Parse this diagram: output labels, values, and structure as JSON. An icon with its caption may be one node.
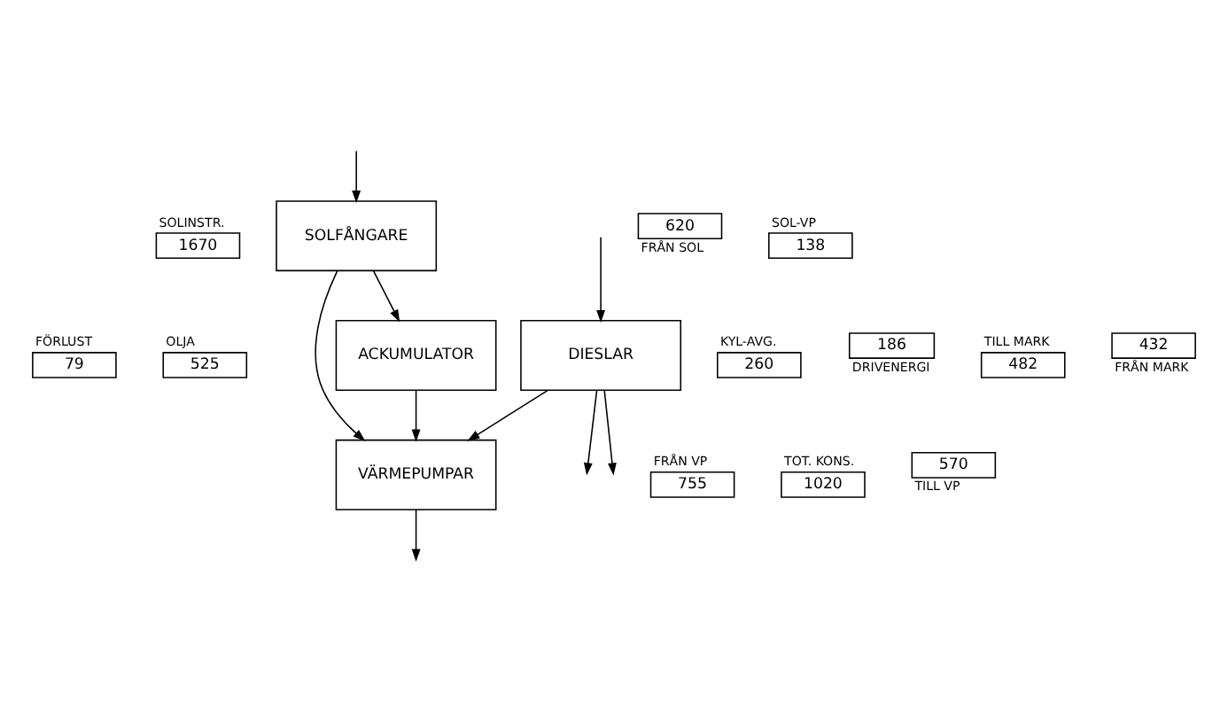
{
  "diagram": {
    "nodes": [
      {
        "text": [
          "SOLINSTR.",
          "1670"
        ]
      },
      {
        "text": [
          "FÖRLUST",
          "79"
        ]
      },
      {
        "text": [
          "OLJA",
          "525"
        ]
      },
      {
        "text": [
          "DIESLAR"
        ]
      },
      {
        "text": [
          "KYL-AVG.",
          "260"
        ]
      },
      {
        "text": [
          "SOLFÅNGARE"
        ]
      },
      {
        "text": [
          "186",
          "DRIVENERGI"
        ]
      },
      {
        "text": [
          "620",
          "FRÅN SOL"
        ]
      },
      {
        "text": [
          "SOL-VP",
          "138"
        ]
      },
      {
        "text": [
          "FRÅN VP",
          "755"
        ]
      },
      {
        "text": [
          "TOT. KONS.",
          "1020"
        ]
      },
      {
        "text": [
          "VÄRMEPUMPAR"
        ]
      },
      {
        "text": [
          "570",
          "TILL VP"
        ]
      },
      {
        "text": [
          "TILL MARK",
          "482"
        ]
      },
      {
        "text": [
          "ACKUMULATOR"
        ]
      },
      {
        "text": [
          "432",
          "FRÅN MARK"
        ]
      }
    ],
    "edges": [
      {
        "from": null,
        "to": 5,
        "arrow": "to"
      },
      {
        "from": null,
        "to": 3,
        "arrow": "to"
      },
      {
        "from": 3,
        "to": null,
        "arrow": "to"
      },
      {
        "from": 3,
        "to": 11,
        "arrow": "to"
      },
      {
        "from": 5,
        "to": 11,
        "arrow": "to"
      },
      {
        "from": 5,
        "to": 14,
        "arrow": "to"
      },
      {
        "from": 14,
        "to": 11,
        "arrow": "to"
      },
      {
        "from": 11,
        "to": null,
        "arrow": "to"
      },
      {
        "from": 3,
        "to": null,
        "arrow": "to"
      }
    ]
  }
}
